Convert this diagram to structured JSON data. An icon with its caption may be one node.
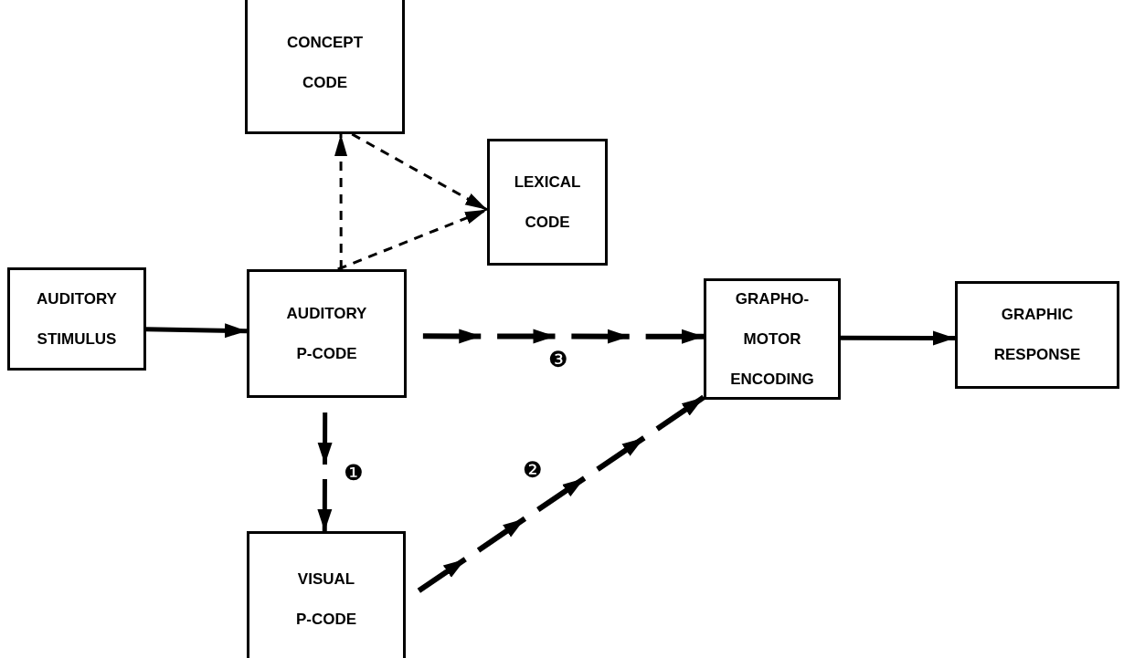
{
  "diagram": {
    "nodes": [
      {
        "text": [
          "CONCEPT CODE"
        ]
      },
      {
        "text": [
          "LEXICAL CODE"
        ]
      },
      {
        "text": [
          "AUDITORY STIMULUS"
        ]
      },
      {
        "text": [
          "AUDITORY P-CODE"
        ]
      },
      {
        "text": [
          "VISUAL P-CODE"
        ]
      },
      {
        "text": [
          "GRAPHO- MOTOR ENCODING"
        ]
      },
      {
        "text": [
          "GRAPHIC RESPONSE"
        ]
      }
    ],
    "edges": [
      {
        "from": 2,
        "to": 3,
        "arrow": "to"
      },
      {
        "from": 3,
        "to": 0,
        "arrow": "to",
        "style": "dashed"
      },
      {
        "from": 0,
        "to": 1,
        "arrow": "to",
        "style": "dashed"
      },
      {
        "from": 3,
        "to": 1,
        "arrow": "to",
        "style": "dashed"
      },
      {
        "from": 3,
        "to": 4,
        "arrow": "to",
        "label": "❶",
        "style": "dashed"
      },
      {
        "from": 4,
        "to": 5,
        "arrow": "to",
        "label": "❷",
        "style": "dashed"
      },
      {
        "from": 3,
        "to": 5,
        "arrow": "to",
        "label": "❸",
        "style": "dashed"
      },
      {
        "from": 5,
        "to": 6,
        "arrow": "to"
      }
    ]
  }
}
